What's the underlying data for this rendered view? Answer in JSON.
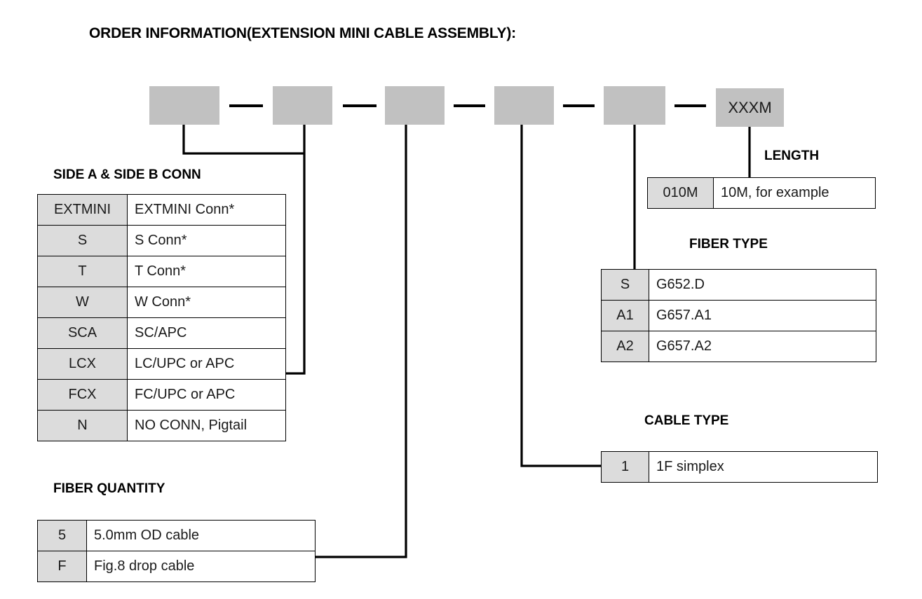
{
  "title": "ORDER INFORMATION(EXTENSION MINI CABLE ASSEMBLY):",
  "code_boxes": [
    {
      "label": ""
    },
    {
      "label": ""
    },
    {
      "label": ""
    },
    {
      "label": ""
    },
    {
      "label": ""
    },
    {
      "label": "XXXM"
    }
  ],
  "sections": {
    "side_conn": {
      "heading": "SIDE A & SIDE B CONN",
      "rows": [
        {
          "code": "EXTMINI",
          "desc": "EXTMINI Conn*"
        },
        {
          "code": "S",
          "desc": "S Conn*"
        },
        {
          "code": "T",
          "desc": "T Conn*"
        },
        {
          "code": "W",
          "desc": "W Conn*"
        },
        {
          "code": "SCA",
          "desc": "SC/APC"
        },
        {
          "code": "LCX",
          "desc": "LC/UPC or APC"
        },
        {
          "code": "FCX",
          "desc": "FC/UPC or APC"
        },
        {
          "code": "N",
          "desc": "NO CONN, Pigtail"
        }
      ]
    },
    "fiber_quantity": {
      "heading": "FIBER QUANTITY",
      "rows": [
        {
          "code": "5",
          "desc": "5.0mm OD cable"
        },
        {
          "code": "F",
          "desc": "Fig.8 drop cable"
        }
      ]
    },
    "cable_type": {
      "heading": "CABLE TYPE",
      "rows": [
        {
          "code": "1",
          "desc": "1F simplex"
        }
      ]
    },
    "fiber_type": {
      "heading": "FIBER TYPE",
      "rows": [
        {
          "code": "S",
          "desc": "G652.D"
        },
        {
          "code": "A1",
          "desc": "G657.A1"
        },
        {
          "code": "A2",
          "desc": "G657.A2"
        }
      ]
    },
    "length": {
      "heading": "LENGTH",
      "rows": [
        {
          "code": "010M",
          "desc": "10M, for example"
        }
      ]
    }
  },
  "colors": {
    "code_box_fill": "#c1c1c1",
    "table_code_fill": "#dcdcdc",
    "line": "#000000",
    "background": "#ffffff"
  }
}
